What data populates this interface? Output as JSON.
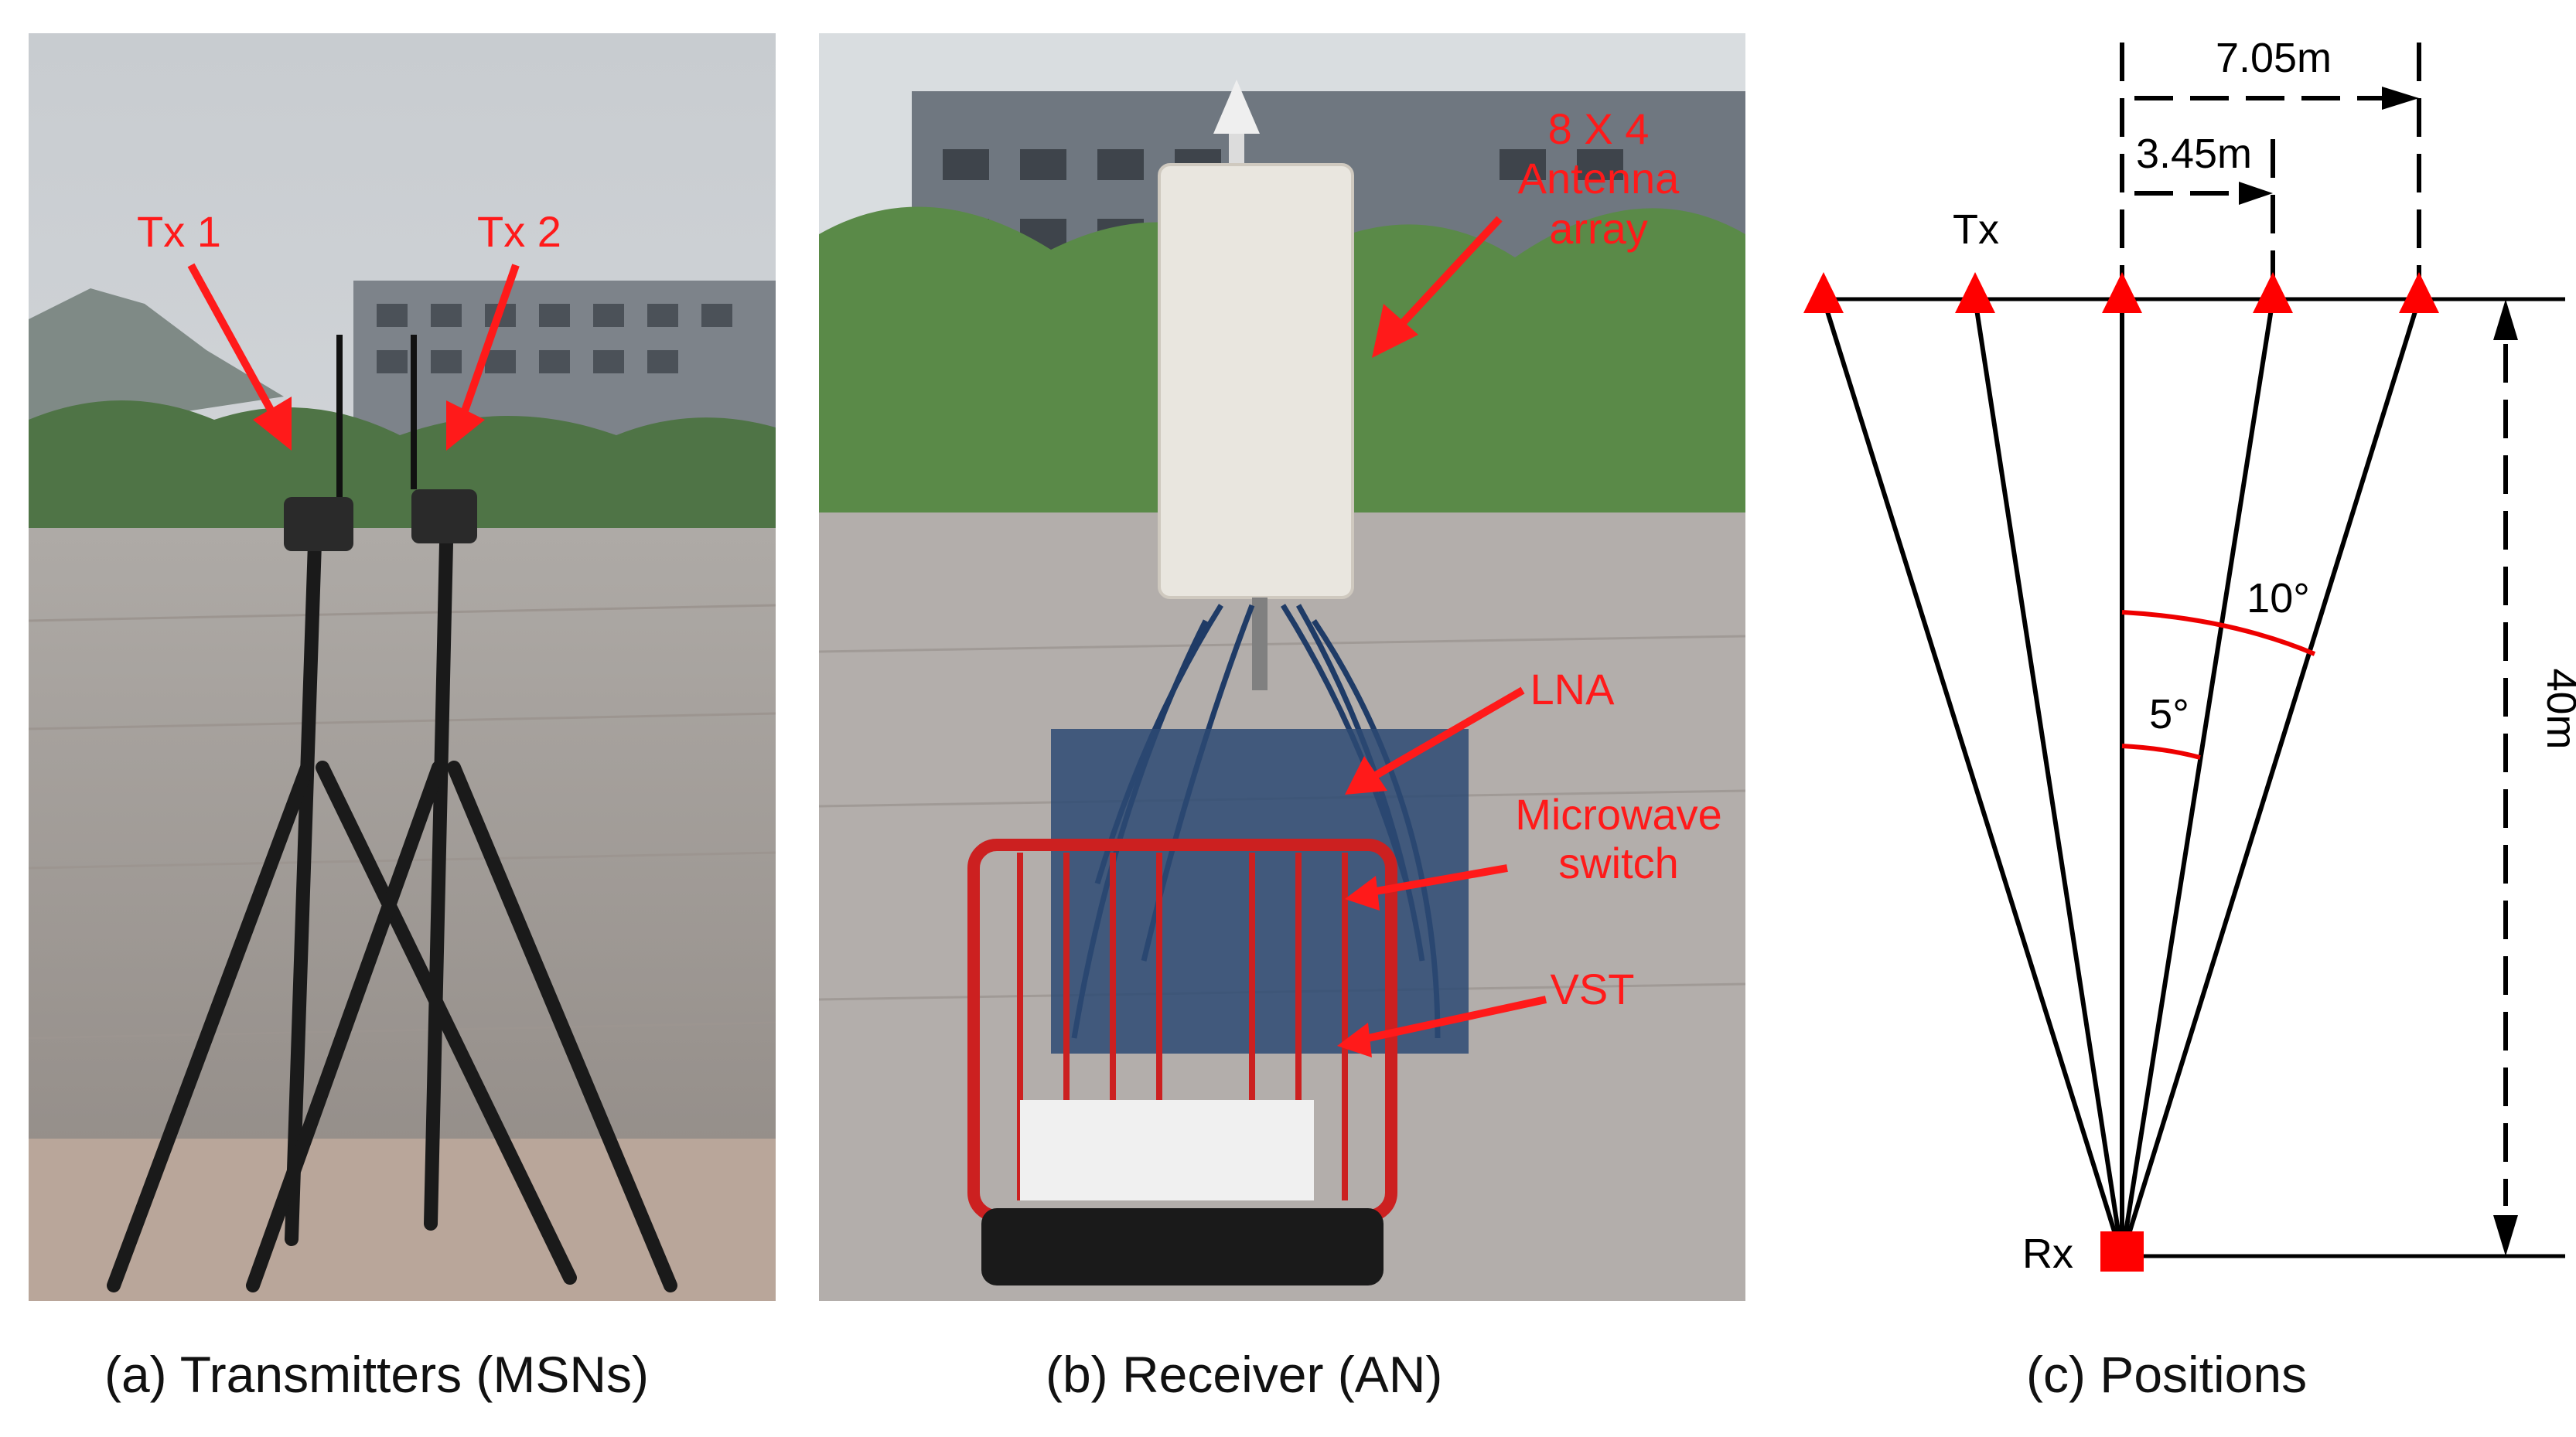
{
  "figure": {
    "captions": {
      "a": "(a) Transmitters (MSNs)",
      "b": "(b) Receiver (AN)",
      "c": "(c) Positions"
    }
  },
  "panel_a": {
    "labels": {
      "tx1": "Tx 1",
      "tx2": "Tx 2"
    },
    "annotation_color": "#ff1a1a"
  },
  "panel_b": {
    "labels": {
      "antenna_line1": "8 X 4",
      "antenna_line2": "Antenna",
      "antenna_line3": "array",
      "lna": "LNA",
      "switch_line1": "Microwave",
      "switch_line2": "switch",
      "vst": "VST"
    },
    "annotation_color": "#ff1a1a"
  },
  "panel_c": {
    "labels": {
      "tx": "Tx",
      "rx": "Rx",
      "dist_outer": "7.05m",
      "dist_inner": "3.45m",
      "height": "40m",
      "angle_small": "5°",
      "angle_large": "10°"
    },
    "marker_color": "#ff0000",
    "line_color": "#000000"
  }
}
